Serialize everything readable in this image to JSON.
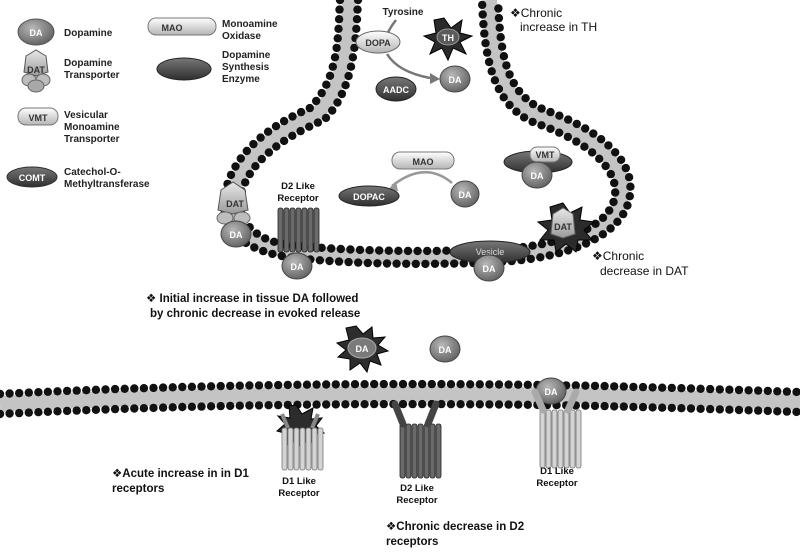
{
  "legend": {
    "da": {
      "icon_label": "DA",
      "text": "Dopamine"
    },
    "dat": {
      "icon_label": "DAT",
      "line1": "Dopamine",
      "line2": "Transporter"
    },
    "vmt": {
      "icon_label": "VMT",
      "line1": "Vesicular",
      "line2": "Monoamine",
      "line3": "Transporter"
    },
    "comt": {
      "icon_label": "COMT",
      "line1": "Catechol-O-",
      "line2": "Methyltransferase"
    },
    "mao": {
      "icon_label": "MAO",
      "line1": "Monoamine",
      "line2": "Oxidase"
    },
    "enzyme": {
      "line1": "Dopamine",
      "line2": "Synthesis",
      "line3": "Enzyme"
    }
  },
  "presynaptic": {
    "tyrosine": "Tyrosine",
    "th": "TH",
    "dopa": "DOPA",
    "aadc": "AADC",
    "da": "DA",
    "mao": "MAO",
    "dopac": "DOPAC",
    "vmt": "VMT",
    "vesicle": "Vesicle",
    "dat": "DAT",
    "d2_receptor_line1": "D2 Like",
    "d2_receptor_line2": "Receptor"
  },
  "synapse": {
    "da_released": "DA",
    "da_free": "DA"
  },
  "postsynaptic": {
    "da_bound": "DA",
    "d1_left_line1": "D1 Like",
    "d1_left_line2": "Receptor",
    "d2_line1": "D2 Like",
    "d2_line2": "Receptor",
    "d1_right_line1": "D1 Like",
    "d1_right_line2": "Receptor"
  },
  "annotations": {
    "th": {
      "line1": "❖Chronic",
      "line2": "increase in TH"
    },
    "dat": {
      "line1": "❖Chronic",
      "line2": "decrease in DAT"
    },
    "tissue": {
      "line1": "❖ Initial increase in tissue DA followed",
      "line2": "by chronic decrease in evoked release"
    },
    "d1": {
      "line1": "❖Acute increase in in D1",
      "line2": "receptors"
    },
    "d2": {
      "line1": "❖Chronic decrease in D2",
      "line2": "receptors"
    }
  },
  "colors": {
    "membrane": "#111111",
    "da": "#808080",
    "transporter": "#b9b9b9",
    "receptor_light": "#d4d4d4",
    "receptor_dark": "#6a6a6a",
    "enzyme": "#3e3e3e"
  }
}
